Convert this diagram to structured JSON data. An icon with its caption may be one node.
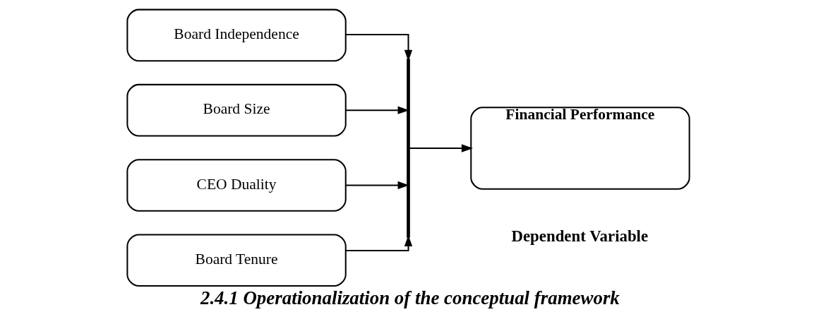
{
  "diagram": {
    "caption": "2.4.1 Operationalization of the conceptual framework",
    "nodes": [
      {
        "text": [
          "Board Independence"
        ]
      },
      {
        "text": [
          "Board Size"
        ]
      },
      {
        "text": [
          "CEO Duality"
        ]
      },
      {
        "text": [
          "Board Tenure"
        ]
      },
      {
        "text": [],
        "shape": "bar"
      },
      {
        "text": [
          "Financial Performance"
        ],
        "beside": [
          "Dependent Variable"
        ]
      }
    ],
    "edges": [
      {
        "from": 0,
        "to": 4,
        "arrow": "to"
      },
      {
        "from": 1,
        "to": 4,
        "arrow": "to"
      },
      {
        "from": 2,
        "to": 4,
        "arrow": "to"
      },
      {
        "from": 3,
        "to": 4,
        "arrow": "to"
      },
      {
        "from": 4,
        "to": 5,
        "arrow": "to"
      }
    ]
  }
}
